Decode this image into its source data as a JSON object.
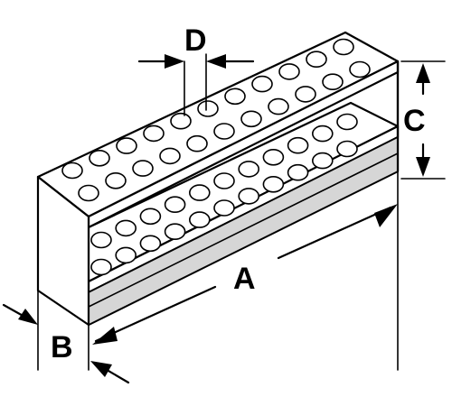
{
  "diagram": {
    "labels": {
      "A": "A",
      "B": "B",
      "C": "C",
      "D": "D"
    },
    "colors": {
      "line": "#000000",
      "body": "#ffffff",
      "shade": "#d6d6d6"
    }
  }
}
